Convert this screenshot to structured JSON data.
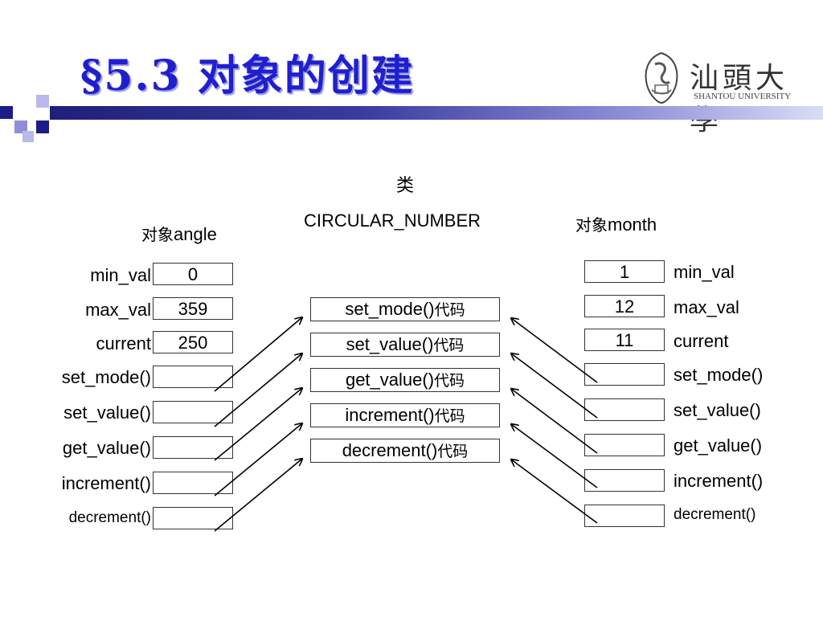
{
  "title": "§5.3 对象的创建",
  "logo": {
    "cn": "汕頭大學",
    "en": "SHANTOU UNIVERSITY"
  },
  "class_box": {
    "heading": "类",
    "name": "CIRCULAR_NUMBER"
  },
  "left_object": {
    "prefix": "对象",
    "name": "angle",
    "fields": [
      {
        "label": "min_val",
        "value": "0"
      },
      {
        "label": "max_val",
        "value": "359"
      },
      {
        "label": "current",
        "value": "250"
      },
      {
        "label": "set_mode()",
        "value": ""
      },
      {
        "label": "set_value()",
        "value": ""
      },
      {
        "label": "get_value()",
        "value": ""
      },
      {
        "label": "increment()",
        "value": ""
      },
      {
        "label": "decrement()",
        "value": ""
      }
    ]
  },
  "right_object": {
    "prefix": "对象",
    "name": "month",
    "fields": [
      {
        "label": "min_val",
        "value": "1"
      },
      {
        "label": "max_val",
        "value": "12"
      },
      {
        "label": "current",
        "value": "11"
      },
      {
        "label": "set_mode()",
        "value": ""
      },
      {
        "label": "set_value()",
        "value": ""
      },
      {
        "label": "get_value()",
        "value": ""
      },
      {
        "label": "increment()",
        "value": ""
      },
      {
        "label": "decrement()",
        "value": ""
      }
    ]
  },
  "methods": [
    {
      "name": "set_mode()",
      "suffix": "代码"
    },
    {
      "name": "set_value()",
      "suffix": "代码"
    },
    {
      "name": "get_value()",
      "suffix": "代码"
    },
    {
      "name": "increment()",
      "suffix": "代码"
    },
    {
      "name": "decrement()",
      "suffix": "代码"
    }
  ],
  "colors": {
    "title": "#1f1fcf",
    "bar_dark": "#20207a",
    "bar_light": "#dcdcf7",
    "squares": [
      "#1c1c8a",
      "#8f8fd8",
      "#b9b9ea"
    ]
  }
}
